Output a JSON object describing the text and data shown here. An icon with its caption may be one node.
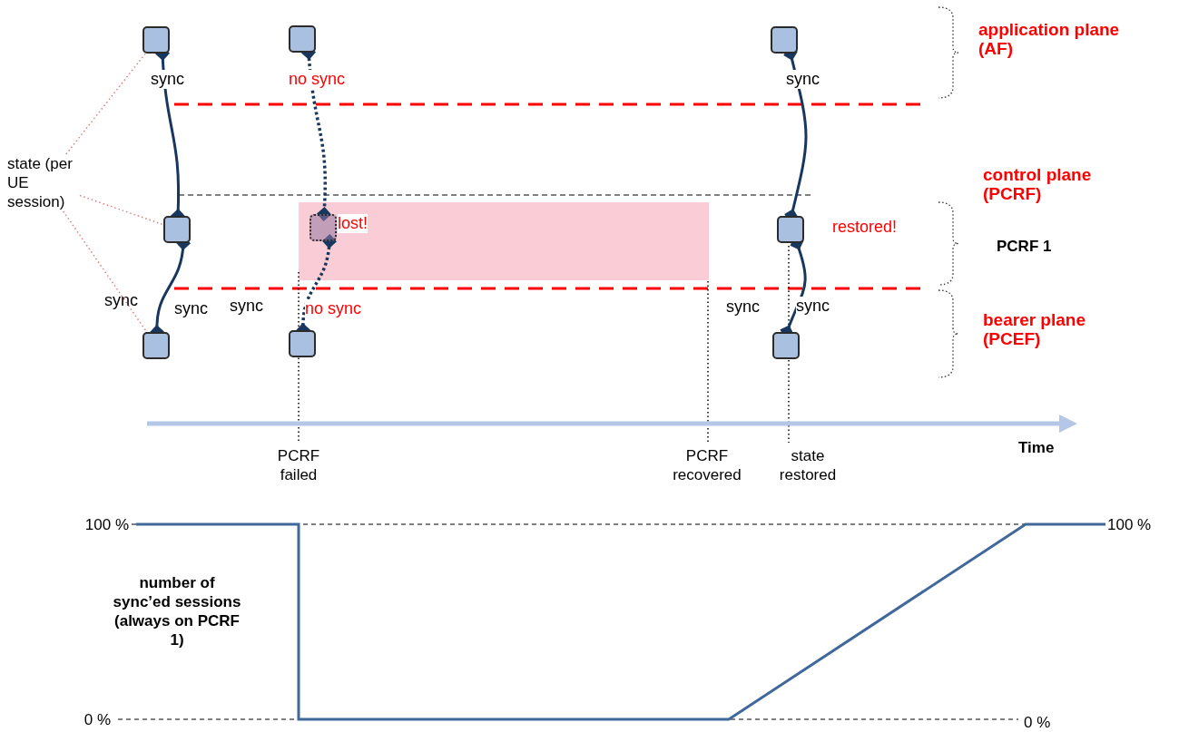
{
  "diagram": {
    "nodes": [
      {
        "text": [],
        "shape": "box"
      },
      {
        "text": [],
        "shape": "box"
      },
      {
        "text": [],
        "shape": "box"
      },
      {
        "text": [
          "state (per UE session)"
        ]
      },
      {
        "text": [],
        "shape": "box"
      },
      {
        "text": [],
        "shape": "box",
        "beside": [
          "lost!"
        ]
      },
      {
        "text": [],
        "shape": "box",
        "beside": [
          "restored!"
        ]
      },
      {
        "text": [],
        "shape": "box"
      },
      {
        "text": [],
        "shape": "box"
      },
      {
        "text": [],
        "shape": "box"
      }
    ],
    "edges": [
      {
        "from": 3,
        "to": 0,
        "arrow": "none",
        "style": "dashed",
        "color": "#e08080"
      },
      {
        "from": 3,
        "to": 4,
        "arrow": "none",
        "style": "dashed",
        "color": "#e08080"
      },
      {
        "from": 3,
        "to": 7,
        "arrow": "none",
        "style": "dashed",
        "color": "#e08080"
      },
      {
        "from": 0,
        "to": 4,
        "arrow": "other",
        "label": "sync"
      },
      {
        "from": 4,
        "to": 7,
        "arrow": "other",
        "label": "sync"
      },
      {
        "from": 1,
        "to": 5,
        "arrow": "other",
        "label": "no sync",
        "style": "dashed"
      },
      {
        "from": 5,
        "to": 8,
        "arrow": "other",
        "label": "no sync",
        "style": "dashed"
      },
      {
        "from": 2,
        "to": 6,
        "arrow": "other",
        "label": "sync"
      },
      {
        "from": 6,
        "to": 9,
        "arrow": "other",
        "label": "sync"
      }
    ],
    "labels": [
      "application plane (AF)",
      "control plane (PCRF)",
      "PCRF 1",
      "sync",
      "sync",
      "sync",
      "bearer plane (PCEF)",
      "Time",
      "PCRF failed",
      "PCRF recovered",
      "state restored",
      "100 %",
      "100 %",
      "number of sync’ed sessions (always on PCRF 1)",
      "0 %",
      "0 %"
    ]
  }
}
